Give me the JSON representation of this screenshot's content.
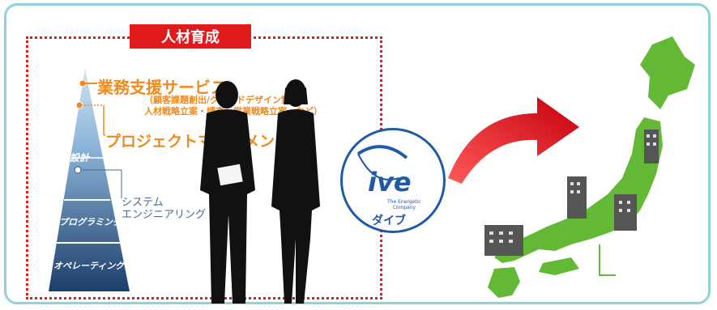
{
  "section_label": "人材育成",
  "pyramid": {
    "tiers": [
      {
        "label": "設計"
      },
      {
        "label": "プログラミング"
      },
      {
        "label": "オペレーティング"
      }
    ]
  },
  "labels": {
    "business_support": "業務支援サービス",
    "business_support_sub_line1": "（顧客課題創出/グランドデザイン策定/",
    "business_support_sub_line2": "人材戦略立案・調査・営業戦略立案　など）",
    "project_management": "プロジェクトマネジメント",
    "system_line1": "システム",
    "system_line2": "エンジニアリング"
  },
  "logo": {
    "mark": "ive",
    "tagline_line1": "The Energetic",
    "tagline_line2": "Company",
    "name": "ダイブ"
  },
  "colors": {
    "frame": "#8fd2d8",
    "accent_red": "#e11b1b",
    "orange": "#f08a1c",
    "pyramid_blue": "#2a5a8a",
    "japan_green": "#63b935",
    "logo_blue": "#1f5aa6"
  }
}
